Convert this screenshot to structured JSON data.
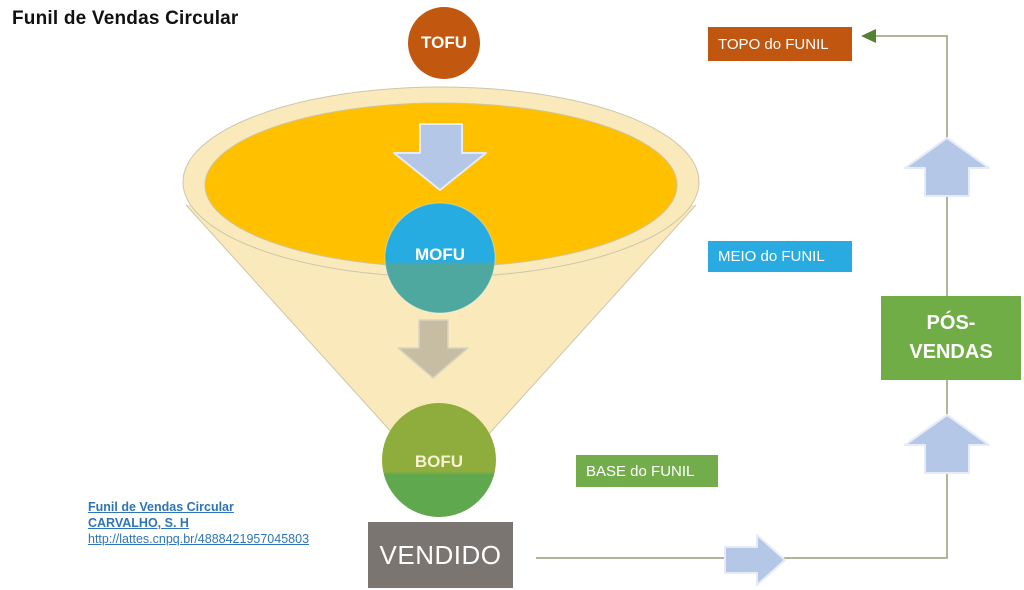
{
  "title": "Funil de Vendas Circular",
  "funnel": {
    "stages": [
      {
        "id": "tofu",
        "label": "TOFU",
        "color": "#C2570F"
      },
      {
        "id": "mofu",
        "label": "MOFU",
        "color": "#29ABE2"
      },
      {
        "id": "bofu",
        "label": "BOFU",
        "color": "#8FAD3C"
      }
    ]
  },
  "labels": {
    "topo": {
      "text": "TOPO do FUNIL",
      "color": "#C0560F"
    },
    "meio": {
      "text": "MEIO do FUNIL",
      "color": "#29ABE2"
    },
    "base": {
      "text": "BASE do FUNIL",
      "color": "#72AC4B"
    }
  },
  "pos_vendas": {
    "lines": [
      "PÓS-",
      "VENDAS"
    ],
    "color": "#70AD47"
  },
  "vendido": {
    "label": "VENDIDO",
    "color": "#7B7572"
  },
  "citation": {
    "title": "Funil de Vendas Circular",
    "author": "CARVALHO, S. H",
    "url": "http://lattes.cnpq.br/4888421957045803",
    "color": "#2E75B6"
  },
  "palette": {
    "funnel_gold": "#FFC000",
    "funnel_cream": "#FAEABB",
    "mofu_teal_bottom": "#4FA89F",
    "bofu_green_bottom": "#5FA84E",
    "arrow_blue": "#B4C7E7",
    "arrow_tan": "#C7BDA2",
    "flow_line_green": "#93A077",
    "flow_arrowhead_green": "#538135",
    "link_blue": "#2E75B6"
  }
}
